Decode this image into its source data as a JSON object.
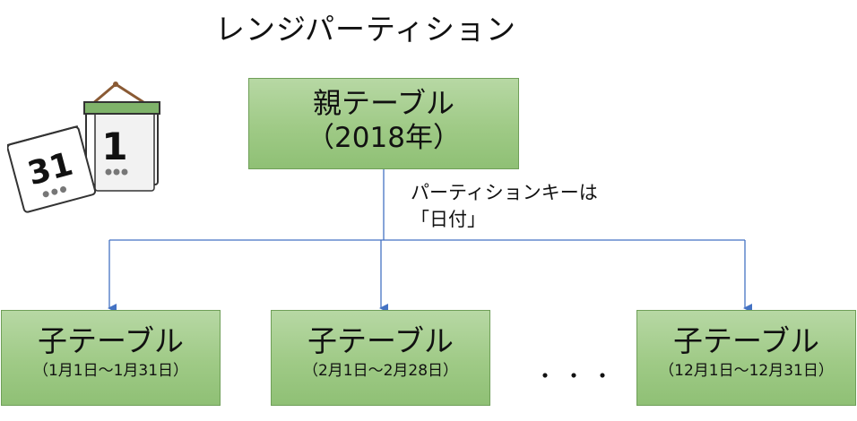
{
  "title": "レンジパーティション",
  "parent": {
    "line1": "親テーブル",
    "line2": "（2018年）"
  },
  "partition_key": {
    "line1": "パーティションキーは",
    "line2": "「日付」"
  },
  "children": [
    {
      "label": "子テーブル",
      "range": "（1月1日～1月31日）"
    },
    {
      "label": "子テーブル",
      "range": "（2月1日～2月28日）"
    },
    {
      "label": "子テーブル",
      "range": "（12月1日～12月31日）"
    }
  ],
  "ellipsis": "・・・",
  "calendar": {
    "front_day": "31",
    "back_day": "1"
  },
  "colors": {
    "box_fill": "#a9d18e",
    "box_border": "#6f9f58",
    "arrow": "#4472c4"
  }
}
